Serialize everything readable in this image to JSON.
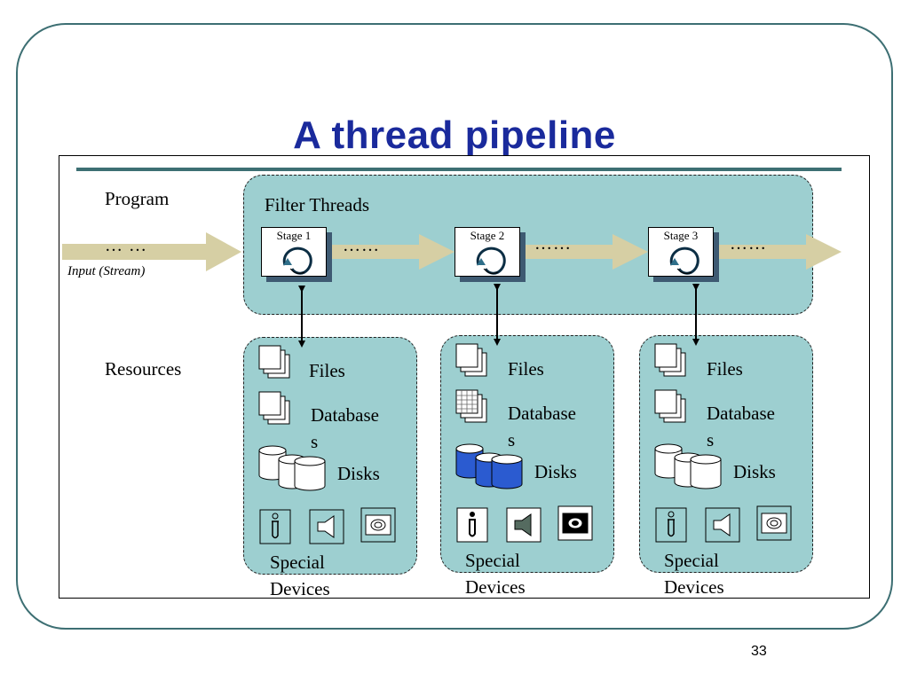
{
  "slide": {
    "title": "A thread pipeline",
    "page_number": "33"
  },
  "program_label": "Program",
  "resources_label": "Resources",
  "input": {
    "dots": "… …",
    "label": "Input (Stream)"
  },
  "filter_threads_label": "Filter Threads",
  "stages": [
    {
      "label": "Stage 1",
      "dots": "……"
    },
    {
      "label": "Stage 2",
      "dots": "……"
    },
    {
      "label": "Stage 3",
      "dots": "……"
    }
  ],
  "resources": [
    {
      "files": "Files",
      "databases_line1": "Database",
      "databases_line2": "s",
      "disks": "Disks",
      "special_line1": "Special",
      "special_line2": "Devices",
      "style": "outline"
    },
    {
      "files": "Files",
      "databases_line1": "Database",
      "databases_line2": "s",
      "disks": "Disks",
      "special_line1": "Special",
      "special_line2": "Devices",
      "style": "filled"
    },
    {
      "files": "Files",
      "databases_line1": "Database",
      "databases_line2": "s",
      "disks": "Disks",
      "special_line1": "Special",
      "special_line2": "Devices",
      "style": "outline"
    }
  ],
  "colors": {
    "title": "#1a2a9c",
    "panel_fill": "#9dcfd0",
    "frame_stroke": "#3d6f73",
    "arrow_fill": "#d6cfa4",
    "disk_blue": "#2b5bd0",
    "stage_shadow": "#3e5a72"
  },
  "icons": [
    "files-icon",
    "database-icon",
    "disks-icon",
    "microphone-icon",
    "speaker-icon",
    "camera-icon",
    "thread-cycle-icon"
  ]
}
